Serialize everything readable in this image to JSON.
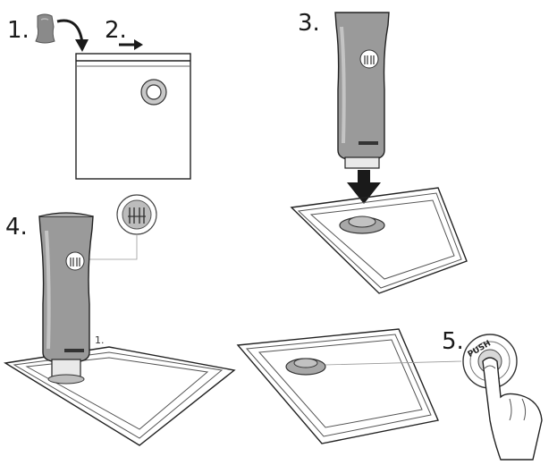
{
  "steps": [
    {
      "label": "1."
    },
    {
      "label": "2."
    },
    {
      "label": "3."
    },
    {
      "label": "4."
    },
    {
      "label": "5."
    }
  ],
  "detail_label": "1.",
  "push_label": "PUSH",
  "colors": {
    "pump_gray": "#9a9a9a",
    "pump_dark": "#6f6f6f",
    "valve_gray": "#a8a8a8",
    "arrow_black": "#1a1a1a",
    "outline": "#222222"
  },
  "icons": [
    "clip-icon",
    "curved-arrow-icon",
    "right-arrow-icon",
    "down-arrow-icon",
    "logo-icon",
    "finger-icon"
  ]
}
